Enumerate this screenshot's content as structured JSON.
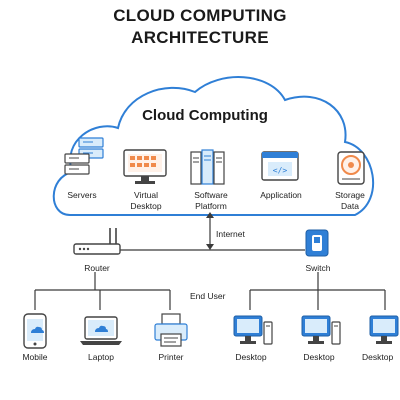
{
  "title": {
    "line1": "CLOUD COMPUTING",
    "line2": "ARCHITECTURE"
  },
  "cloud": {
    "heading": "Cloud Computing",
    "services": [
      {
        "label_line1": "Servers",
        "label_line2": "",
        "icon": "servers-icon"
      },
      {
        "label_line1": "Virtual",
        "label_line2": "Desktop",
        "icon": "virtual-desktop-icon"
      },
      {
        "label_line1": "Software",
        "label_line2": "Platform",
        "icon": "software-platform-icon"
      },
      {
        "label_line1": "Application",
        "label_line2": "",
        "icon": "application-icon"
      },
      {
        "label_line1": "Storage",
        "label_line2": "Data",
        "icon": "storage-data-icon"
      }
    ]
  },
  "network": {
    "internet_label": "Internet",
    "router_label": "Router",
    "switch_label": "Switch",
    "end_user_label": "End User"
  },
  "devices": [
    {
      "label": "Mobile",
      "icon": "mobile-icon"
    },
    {
      "label": "Laptop",
      "icon": "laptop-icon"
    },
    {
      "label": "Printer",
      "icon": "printer-icon"
    },
    {
      "label": "Desktop",
      "icon": "desktop-icon"
    },
    {
      "label": "Desktop",
      "icon": "desktop-icon"
    },
    {
      "label": "Desktop",
      "icon": "desktop-icon"
    }
  ],
  "colors": {
    "accent_blue": "#2f7fd6",
    "light_blue": "#d9ecfb",
    "cloud_fill": "#ffffff",
    "cloud_stroke": "#2f7fd6",
    "line": "#3a3a3a",
    "orange": "#f08a4b"
  }
}
